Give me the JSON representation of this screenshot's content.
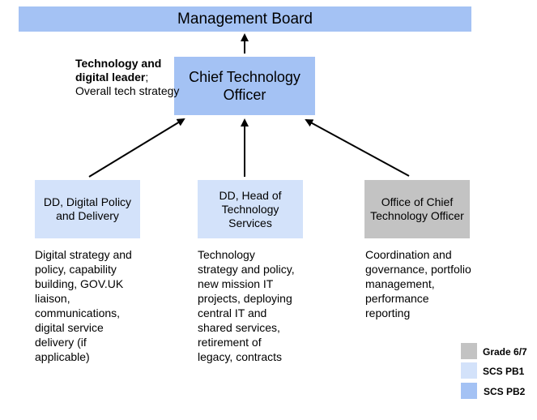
{
  "colors": {
    "scs_pb2": "#a4c2f4",
    "scs_pb1": "#d3e2fa",
    "grade_6_7": "#c3c3c3",
    "arrow": "#000000"
  },
  "nodes": {
    "board": {
      "label": "Management Board"
    },
    "cto": {
      "label": "Chief Technology Officer"
    },
    "dd_policy": {
      "label": "DD, Digital Policy and Delivery",
      "description": "Digital strategy and\npolicy, capability\nbuilding,  GOV.UK\nliaison,\ncommunications,\ndigital service\ndelivery (if\napplicable)"
    },
    "dd_tech": {
      "label": "DD, Head of Technology Services",
      "description": "Technology\nstrategy and policy,\nnew mission IT\nprojects, deploying\ncentral IT and\nshared services,\nretirement of\nlegacy, contracts"
    },
    "office": {
      "label": "Office of Chief Technology Officer",
      "description": "Coordination and\ngovernance, portfolio\nmanagement,\nperformance\nreporting"
    }
  },
  "cto_note": {
    "bold": "Technology and digital leader",
    "rest": "; Overall tech strategy"
  },
  "legend": [
    {
      "label": "Grade 6/7",
      "color": "#c3c3c3"
    },
    {
      "label": "SCS PB1",
      "color": "#d3e2fa"
    },
    {
      "label": "SCS PB2",
      "color": "#a4c2f4"
    }
  ]
}
